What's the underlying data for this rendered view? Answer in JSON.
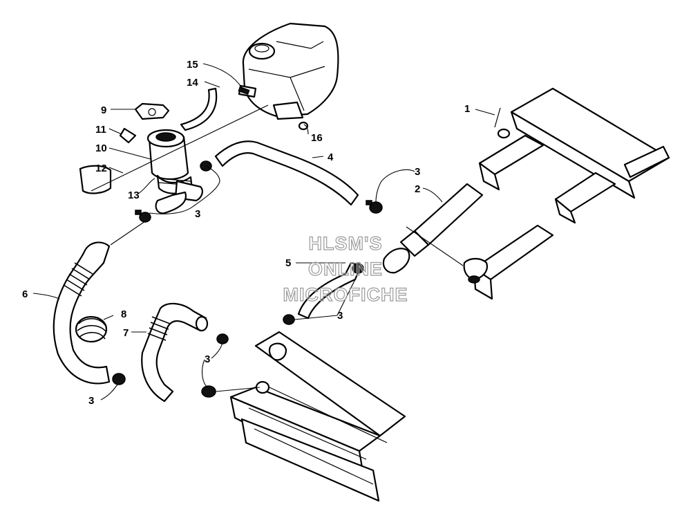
{
  "callouts": {
    "c1": "1",
    "c2": "2",
    "c3a": "3",
    "c3b": "3",
    "c3c": "3",
    "c3d": "3",
    "c3e": "3",
    "c4": "4",
    "c5": "5",
    "c6": "6",
    "c7": "7",
    "c8": "8",
    "c9": "9",
    "c10": "10",
    "c11": "11",
    "c12": "12",
    "c13": "13",
    "c14": "14",
    "c15": "15",
    "c16": "16"
  },
  "watermark": {
    "line1": "HLSM'S",
    "line2": "ONLINE",
    "line3": "MICROFICHE"
  }
}
